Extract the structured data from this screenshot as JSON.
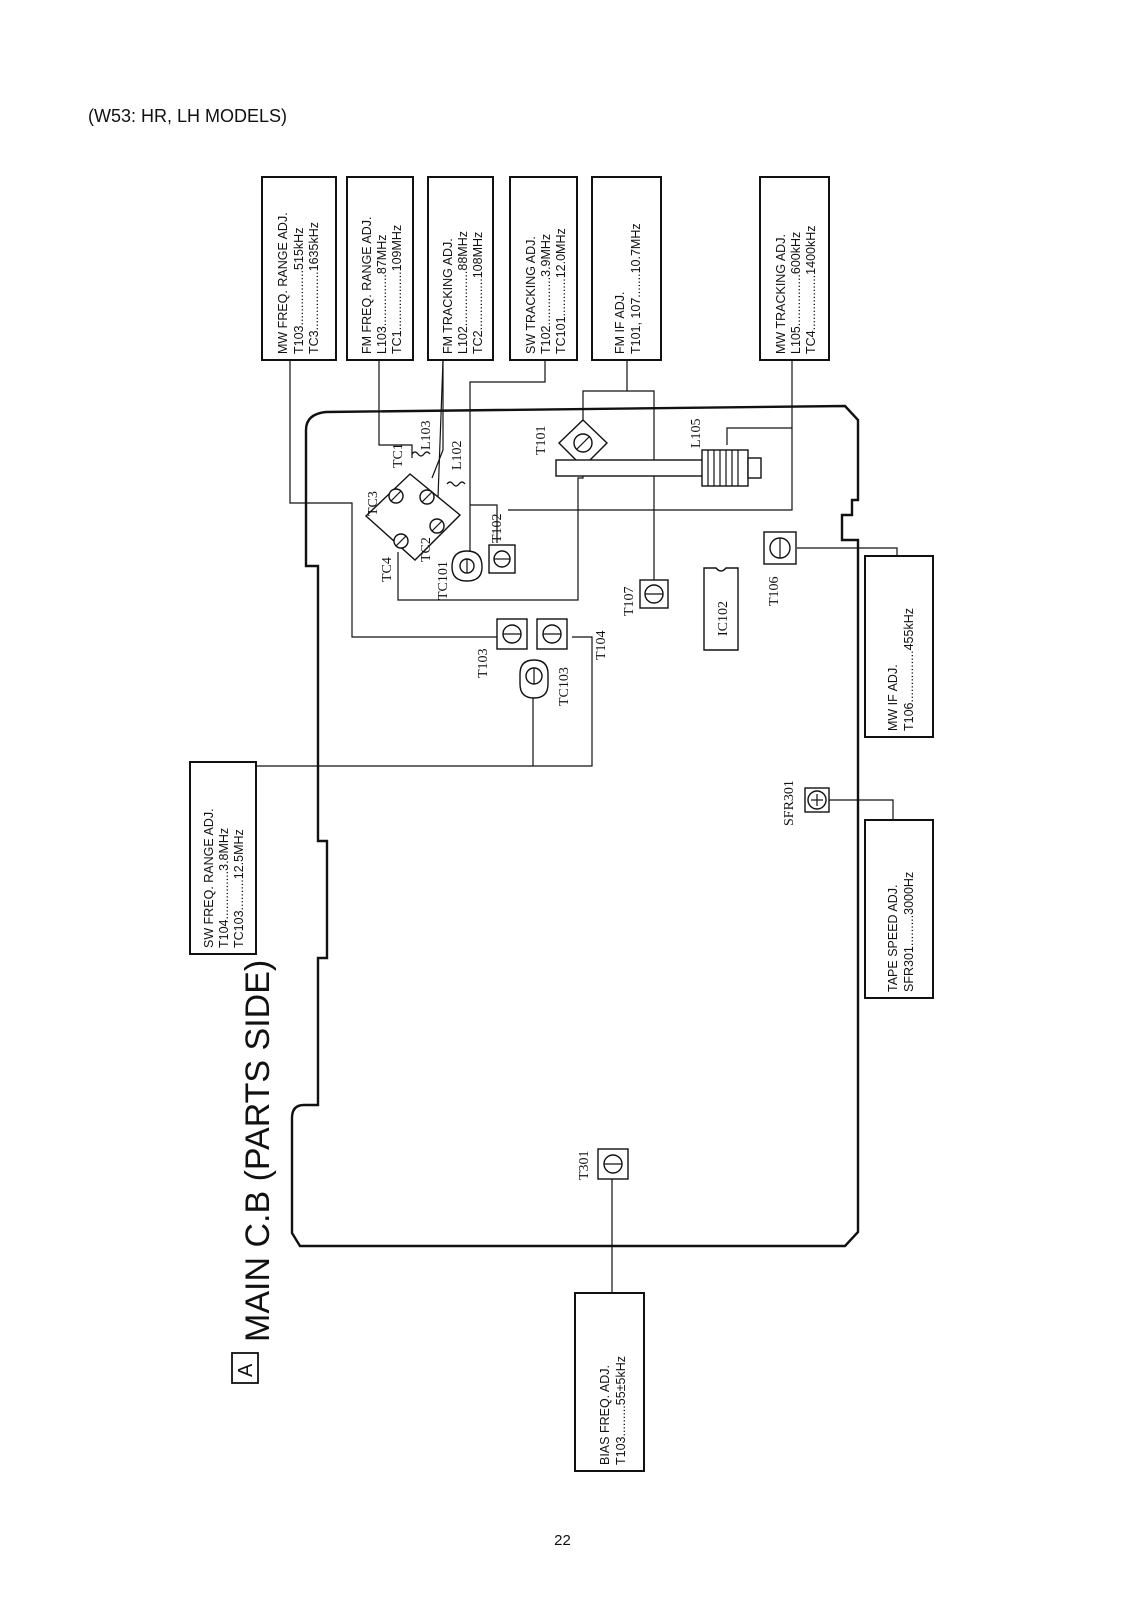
{
  "header": {
    "models": "(W53: HR, LH MODELS)"
  },
  "title": {
    "badge": "A",
    "text": "MAIN C.B (PARTS SIDE)"
  },
  "page_number": "22",
  "boxes": {
    "mw_freq": {
      "title": "MW FREQ. RANGE ADJ.",
      "line1": "T103................515kHz",
      "line2": "TC3.................1635kHz"
    },
    "fm_freq": {
      "title": "FM FREQ. RANGE ADJ.",
      "line1": "L103...............87MHz",
      "line2": "TC1.................109MHz"
    },
    "fm_tracking": {
      "title": "FM TRACKING ADJ.",
      "line1": "L102................88MHz",
      "line2": "TC2...............108MHz"
    },
    "sw_tracking": {
      "title": "SW TRACKING ADJ.",
      "line1": "T102..............3.9MHz",
      "line2": "TC101...........12.0MHz"
    },
    "fm_if": {
      "title": "FM IF ADJ.",
      "line1": "T101, 107.......10.7MHz"
    },
    "mw_tracking": {
      "title": "MW TRACKING ADJ.",
      "line1": "L105...............600kHz",
      "line2": "TC4................1400kHz"
    },
    "mw_if": {
      "title": "MW IF ADJ.",
      "line1": "T106...............455kHz"
    },
    "tape_speed": {
      "title": "TAPE SPEED ADJ.",
      "line1": "SFR301.........3000Hz"
    },
    "sw_freq": {
      "title": "SW FREQ. RANGE ADJ.",
      "line1": "T104..............3.8MHz",
      "line2": "TC103.........12.5MHz"
    },
    "bias": {
      "title": "BIAS FREQ. ADJ.",
      "line1": "T103.........55±5kHz"
    }
  },
  "components": {
    "tc3": "TC3",
    "tc1": "TC1",
    "l103": "L103",
    "l102": "L102",
    "tc2": "TC2",
    "tc4": "TC4",
    "tc101": "TC101",
    "t102": "T102",
    "t101": "T101",
    "l105": "L105",
    "t107": "T107",
    "ic102": "IC102",
    "t106": "T106",
    "t103": "T103",
    "t104": "T104",
    "tc103": "TC103",
    "sfr301": "SFR301",
    "t301": "T301"
  }
}
